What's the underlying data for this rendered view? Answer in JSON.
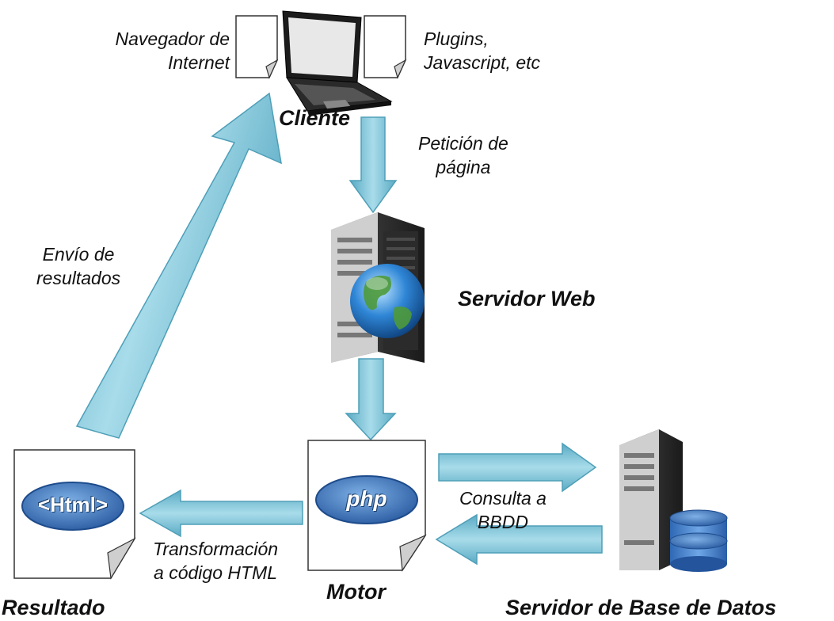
{
  "nodes": {
    "client": {
      "title": "Cliente"
    },
    "web_server": {
      "title": "Servidor Web"
    },
    "engine": {
      "title": "Motor",
      "badge": "php"
    },
    "result": {
      "title": "Resultado",
      "badge": "<Html>"
    },
    "db_server": {
      "title": "Servidor de Base de Datos"
    }
  },
  "client_docs": {
    "browser": {
      "line1": "Navegador de",
      "line2": "Internet"
    },
    "plugins": {
      "line1": "Plugins,",
      "line2": "Javascript, etc"
    }
  },
  "edges": {
    "page_request": {
      "line1": "Petición de",
      "line2": "página"
    },
    "db_query": {
      "line1": "Consulta a",
      "line2": "BBDD"
    },
    "transform": {
      "line1": "Transformación",
      "line2": "a código HTML"
    },
    "send_results": {
      "line1": "Envío de",
      "line2": "resultados"
    }
  },
  "colors": {
    "arrow": "#7ec4d8",
    "arrow_edge": "#4e9fb8",
    "badge": "#3f7bbf"
  }
}
